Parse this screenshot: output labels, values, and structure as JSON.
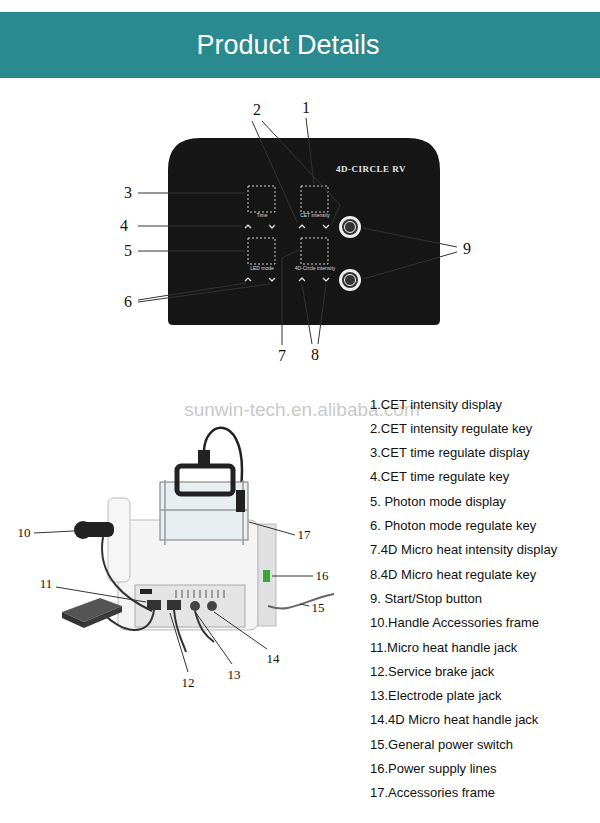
{
  "diagram": {
    "title": "Product Details",
    "nodes": [
      {
        "text": [
          "4D-CIRCLE RV"
        ]
      }
    ],
    "labels": [
      "1",
      "2",
      "3",
      "4",
      "5",
      "6",
      "7",
      "8",
      "9",
      "Time",
      "CET intensity",
      "LED mode",
      "4D-Circle intensity",
      "sunwin-tech.en.alibaba.com",
      "10",
      "11",
      "12",
      "13",
      "14",
      "15",
      "16",
      "17",
      "1.CET intensity display",
      "2.CET intensity regulate key",
      "3.CET time regulate display",
      "4.CET time regulate key",
      "5. Photon mode display",
      "6. Photon mode regulate key",
      "7.4D Micro heat intensity display",
      "8.4D Micro heat regulate key",
      "9. Start/Stop button",
      "10.Handle Accessories frame",
      "11.Micro heat handle jack",
      "12.Service brake jack",
      "13.Electrode plate jack",
      "14.4D Micro heat handle jack",
      "15.General power switch",
      "16.Power supply lines",
      "17.Accessories frame"
    ]
  }
}
